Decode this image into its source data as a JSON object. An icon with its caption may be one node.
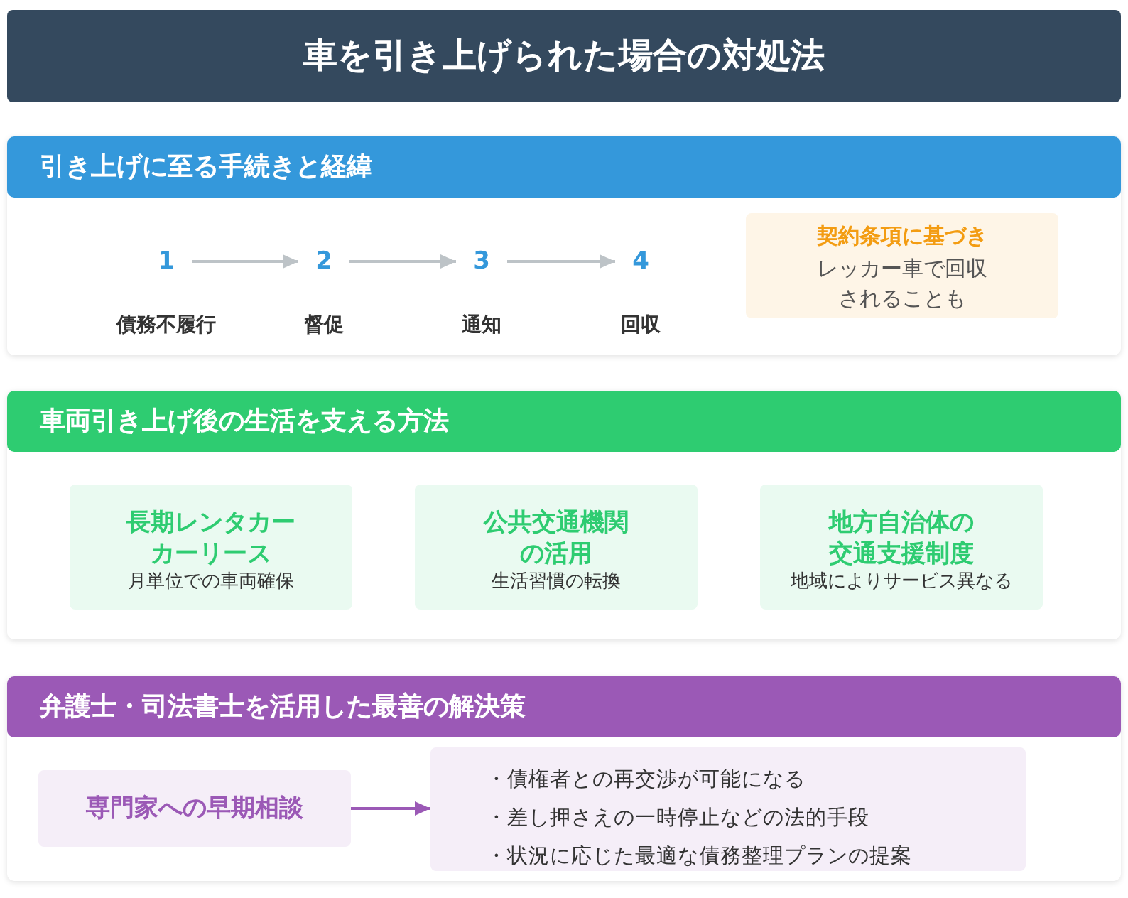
{
  "diagram": {
    "title": "車を引き上げられた場合の対処法",
    "nodes": [
      {
        "text": [
          "引き上げに至る手続きと経緯"
        ]
      },
      {
        "text": [
          "1"
        ],
        "beside": [
          "債務不履行"
        ],
        "in": 0
      },
      {
        "text": [
          "2"
        ],
        "beside": [
          "督促"
        ],
        "in": 0
      },
      {
        "text": [
          "3"
        ],
        "beside": [
          "通知"
        ],
        "in": 0
      },
      {
        "text": [
          "4"
        ],
        "beside": [
          "回収"
        ],
        "in": 0
      },
      {
        "text": [
          "契約条項に基づき",
          "レッカー車で回収されることも"
        ],
        "in": 0
      },
      {
        "text": [
          "車両引き上げ後の生活を支える方法"
        ]
      },
      {
        "text": [
          "長期レンタカーカーリース",
          "月単位での車両確保"
        ],
        "in": 6
      },
      {
        "text": [
          "公共交通機関の活用",
          "生活習慣の転換"
        ],
        "in": 6
      },
      {
        "text": [
          "地方自治体の交通支援制度",
          "地域によりサービス異なる"
        ],
        "in": 6
      },
      {
        "text": [
          "弁護士・司法書士を活用した最善の解決策"
        ]
      },
      {
        "text": [
          "専門家への早期相談"
        ],
        "in": 10
      },
      {
        "text": [
          "・債権者との再交渉が可能になる",
          "・差し押さえの一時停止などの法的手段",
          "・状況に応じた最適な債務整理プランの提案"
        ],
        "in": 10
      }
    ],
    "edges": [
      {
        "from": 1,
        "to": 2,
        "arrow": "to"
      },
      {
        "from": 2,
        "to": 3,
        "arrow": "to"
      },
      {
        "from": 3,
        "to": 4,
        "arrow": "to"
      },
      {
        "from": 11,
        "to": 12,
        "arrow": "to",
        "color": "#9b59b6"
      }
    ]
  }
}
